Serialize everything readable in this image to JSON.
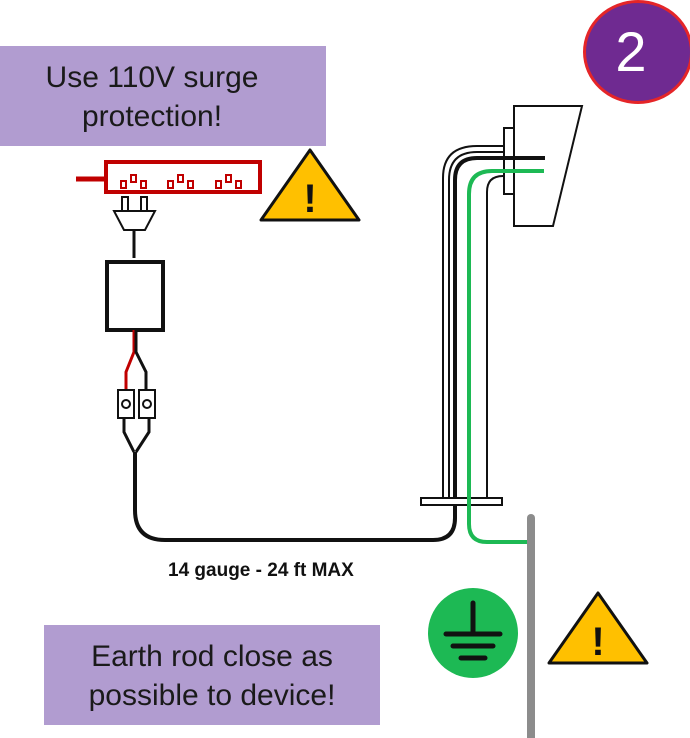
{
  "step_badge": {
    "number": "2",
    "fill_color": "#6f2a91",
    "border_color": "#e52528"
  },
  "callouts": {
    "surge": {
      "line1": "Use 110V surge",
      "line2": "protection!"
    },
    "earth": {
      "line1": "Earth rod close as",
      "line2": "possible to device!"
    }
  },
  "cable": {
    "label": "14 gauge - 24 ft MAX"
  },
  "warnings": [
    {
      "icon": "warning-triangle-icon",
      "symbol": "!",
      "color": "#ffc000"
    },
    {
      "icon": "warning-triangle-icon",
      "symbol": "!",
      "color": "#ffc000"
    }
  ],
  "ground": {
    "icon": "ground-symbol-icon",
    "color": "#1db954"
  },
  "colors": {
    "callout_fill": "#b19cd0",
    "surge_strip": "#c00000",
    "ground_wire": "#1db954",
    "earth_rod": "#8c8c8c"
  }
}
